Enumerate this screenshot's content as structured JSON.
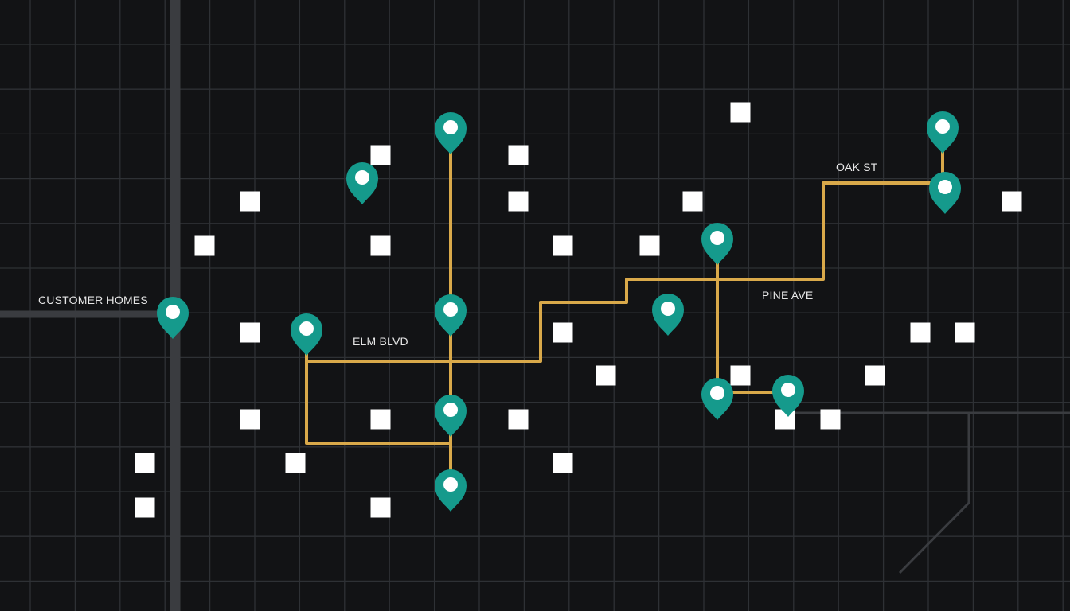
{
  "map": {
    "labels": {
      "customer_homes": "CUSTOMER HOMES",
      "elm_blvd": "ELM BLVD",
      "pine_ave": "PINE AVE",
      "oak_st": "OAK ST"
    },
    "colors": {
      "background": "#121315",
      "grid": "#2e3135",
      "main_road": "#3a3c40",
      "route": "#d9a94a",
      "pin": "#159a8c",
      "pin_dot": "#ffffff",
      "home": "#ffffff",
      "label": "#e6e6e6"
    },
    "icons": {
      "pin": "map-pin-icon",
      "home": "home-square-icon"
    }
  }
}
